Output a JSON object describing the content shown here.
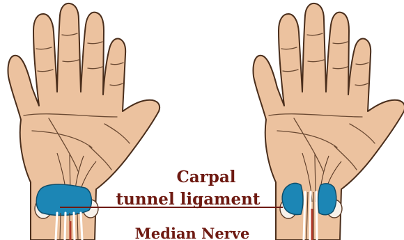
{
  "labels": {
    "ligament_line1": "Carpal",
    "ligament_line2": "tunnel ligament",
    "nerve": "Median Nerve"
  },
  "colors": {
    "skin": "#ecc29f",
    "outline": "#4a2e1c",
    "ligament": "#1c86b5",
    "label_text": "#6e1a12",
    "pointer_line": "#6e1a12",
    "nerve": "#b23a2a"
  }
}
